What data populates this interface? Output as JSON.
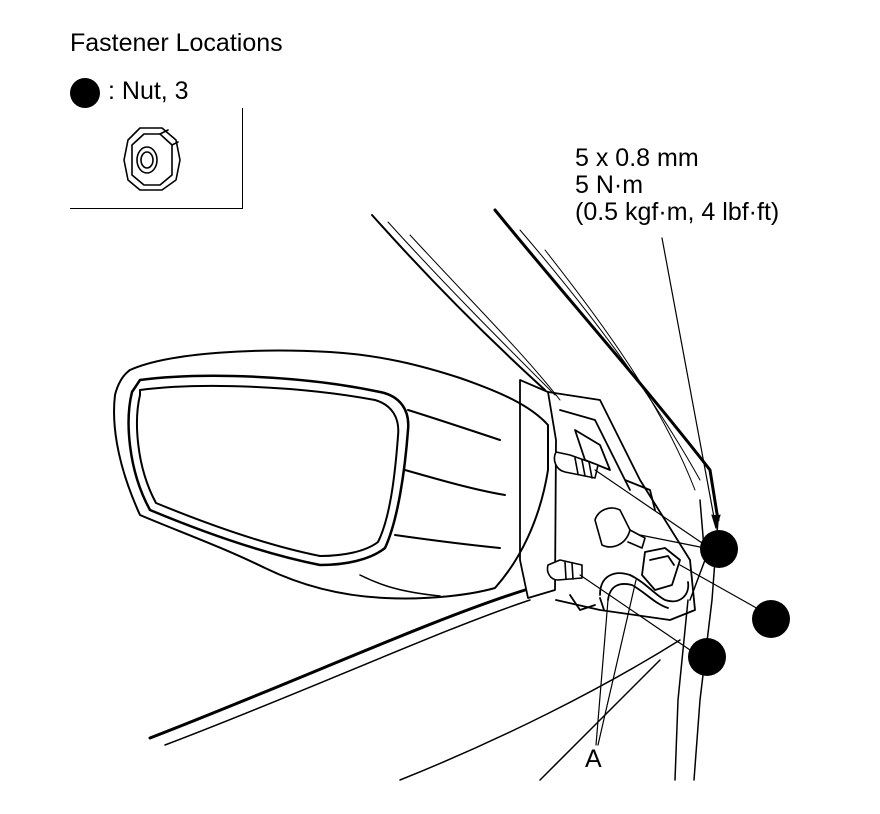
{
  "legend": {
    "title": "Fastener Locations",
    "symbol_text": ": Nut, 3"
  },
  "spec": {
    "size": "5 x 0.8 mm",
    "torque_nm": "5 N·m",
    "torque_alt": "(0.5 kgf·m, 4 lbf·ft)"
  },
  "callouts": {
    "connector_label": "A"
  },
  "colors": {
    "ink": "#000000",
    "background": "#ffffff"
  }
}
